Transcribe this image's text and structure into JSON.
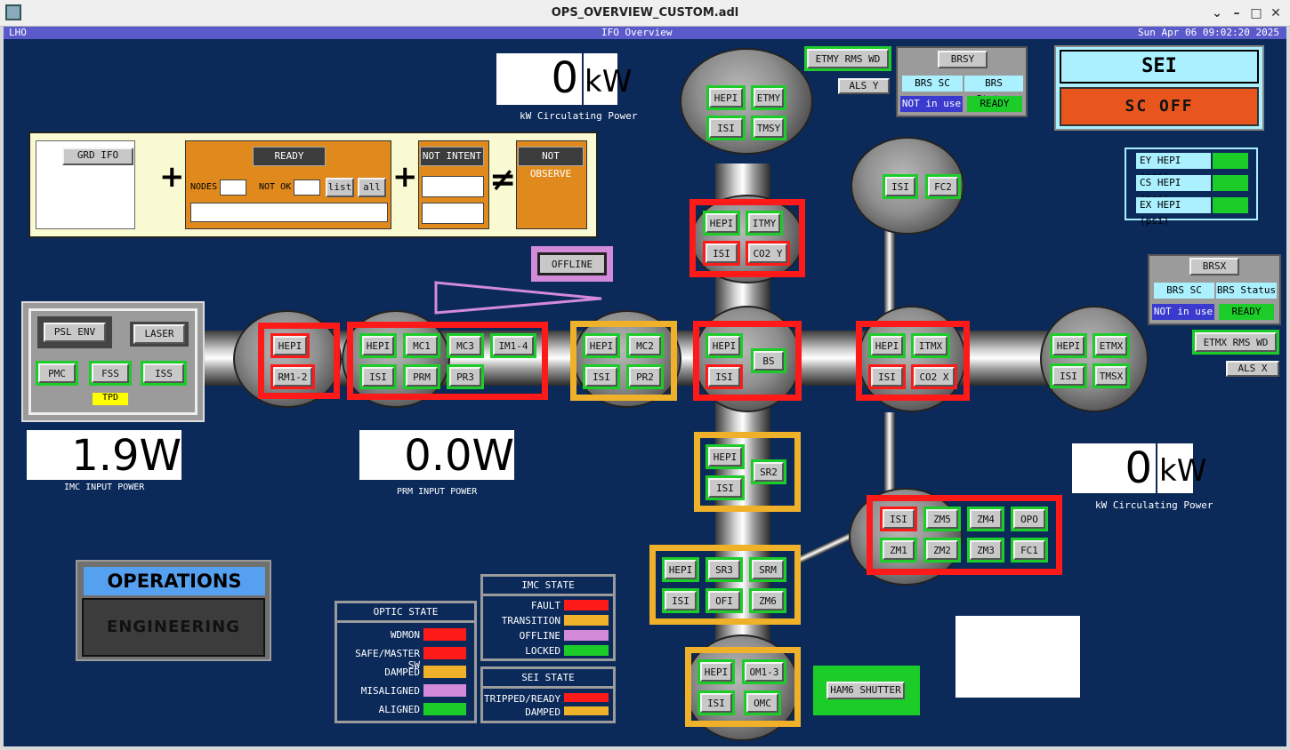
{
  "window": {
    "title": "OPS_OVERVIEW_CUSTOM.adl",
    "site": "LHO",
    "screen_title": "IFO Overview",
    "datetime": "Sun Apr 06 09:02:20 2025"
  },
  "colors": {
    "background": "#0b2a5a",
    "fault": "#ff1a1a",
    "damped": "#f0b12a",
    "offline": "#d38ad9",
    "ok": "#1ccd2a"
  },
  "power": {
    "top_value": "0",
    "top_unit": "kW",
    "top_label": "kW Circulating Power",
    "right_value": "0",
    "right_unit": "kW",
    "right_label": "kW Circulating Power",
    "imc_value": "1.9W",
    "imc_label": "IMC INPUT POWER",
    "prm_value": "0.0W",
    "prm_label": "PRM INPUT POWER"
  },
  "guardian": {
    "grd_ifo": "GRD IFO",
    "ready": "READY",
    "nodes": "NODES",
    "not_ok": "NOT OK",
    "list": "list",
    "all": "all",
    "not_intent": "NOT INTENT",
    "not_observe": "NOT OBSERVE",
    "plus": "+",
    "neq": "≠"
  },
  "offline": "OFFLINE",
  "psl": {
    "psl_env": "PSL ENV",
    "laser": "LASER",
    "pmc": "PMC",
    "fss": "FSS",
    "iss": "ISS",
    "tpd": "TPD"
  },
  "brsy": {
    "title": "BRSY",
    "sc": "BRS SC",
    "status": "BRS Status",
    "sc_val": "NOT in use",
    "status_val": "READY"
  },
  "brsx": {
    "title": "BRSX",
    "sc": "BRS SC",
    "status": "BRS Status",
    "sc_val": "NOT in use",
    "status_val": "READY"
  },
  "etmy_rms": "ETMY RMS WD",
  "als_y": "ALS Y",
  "etmx_rms": "ETMX RMS WD",
  "als_x": "ALS X",
  "sei_config": {
    "title": "SEI CONFIGURATION",
    "value": "SC  OFF"
  },
  "hepi_psi": [
    "EY HEPI (psi)",
    "CS HEPI (psi)",
    "EX HEPI (psi)"
  ],
  "ops_mode": {
    "title": "OPERATIONS MODE",
    "value": "ENGINEERING"
  },
  "optic_state": {
    "title": "OPTIC STATE",
    "rows": [
      "WDMON",
      "SAFE/MASTER SW",
      "DAMPED",
      "MISALIGNED",
      "ALIGNED"
    ]
  },
  "imc_state": {
    "title": "IMC STATE",
    "rows": [
      "FAULT",
      "TRANSITION",
      "OFFLINE",
      "LOCKED"
    ]
  },
  "sei_state": {
    "title": "SEI STATE",
    "rows": [
      "TRIPPED/READY",
      "DAMPED"
    ]
  },
  "ham6_shutter": "HAM6 SHUTTER",
  "optics": {
    "etmy": [
      "HEPI",
      "ETMY",
      "ISI",
      "TMSY"
    ],
    "fc2": [
      "ISI",
      "FC2"
    ],
    "itmy": [
      "HEPI",
      "ITMY",
      "ISI",
      "CO2 Y"
    ],
    "rm": [
      "HEPI",
      "RM1-2"
    ],
    "ham2": [
      "HEPI",
      "MC1",
      "MC3",
      "IM1-4",
      "ISI",
      "PRM",
      "PR3"
    ],
    "ham3": [
      "HEPI",
      "MC2",
      "ISI",
      "PR2"
    ],
    "bs": [
      "HEPI",
      "BS",
      "ISI"
    ],
    "itmx": [
      "HEPI",
      "ITMX",
      "ISI",
      "CO2 X"
    ],
    "etmx": [
      "HEPI",
      "ETMX",
      "ISI",
      "TMSX"
    ],
    "sr2": [
      "HEPI",
      "SR2",
      "ISI"
    ],
    "ham7": [
      "ISI",
      "ZM5",
      "ZM4",
      "OPO",
      "ZM1",
      "ZM2",
      "ZM3",
      "FC1"
    ],
    "ham5": [
      "HEPI",
      "SR3",
      "SRM",
      "ISI",
      "OFI",
      "ZM6"
    ],
    "ham6": [
      "HEPI",
      "OM1-3",
      "ISI",
      "OMC"
    ]
  }
}
